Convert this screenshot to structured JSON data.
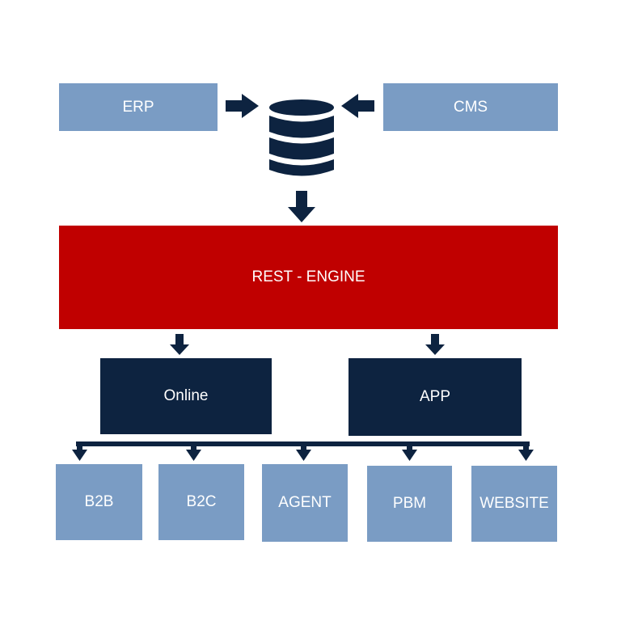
{
  "sources": {
    "erp": "ERP",
    "cms": "CMS"
  },
  "engine": "REST - ENGINE",
  "channels": {
    "online": "Online",
    "app": "APP"
  },
  "targets": [
    "B2B",
    "B2C",
    "AGENT",
    "PBM",
    "WEBSITE"
  ],
  "colors": {
    "light_box": "#7a9cc4",
    "dark_box": "#0d2340",
    "engine": "#c00000",
    "arrows": "#0d2340"
  },
  "icons": {
    "database": "database-icon"
  }
}
